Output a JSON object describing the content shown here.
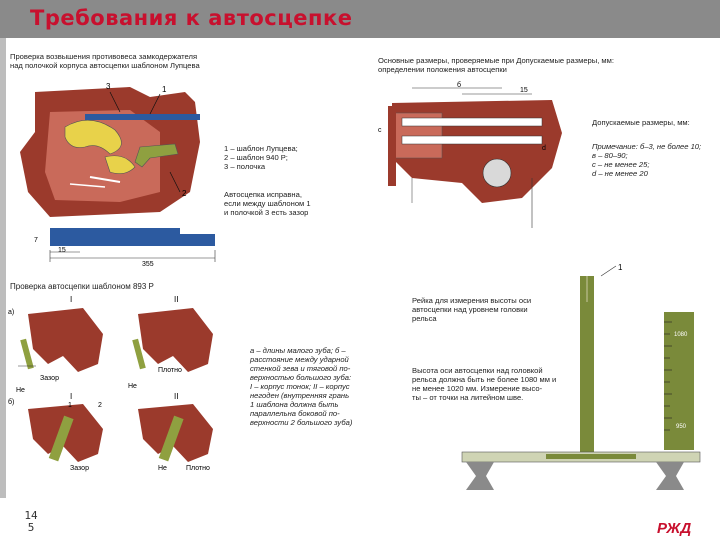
{
  "header": {
    "title": "Требования к автосцепке"
  },
  "page_number_line1": "14",
  "page_number_line2": "5",
  "logo_text": "РЖД",
  "colors": {
    "header_bg": "#8a8a8a",
    "title": "#c8102e",
    "coupler": "#9b3a2c",
    "gauge": "#7a8a3a",
    "blue": "#2c5aa0",
    "yellow": "#e8d24a"
  },
  "panel_tl": {
    "caption_line1": "Проверка возвышения противовеса замкодержателя",
    "caption_line2": "над полочкой корпуса автосцепки шаблоном Лупцева",
    "legend_1": "1 – шаблон Лупцева;",
    "legend_2": "2 – шаблон 940 Р;",
    "legend_3": "3 – полочка",
    "note_1": "Автосцепка исправна,",
    "note_2": "если между шаблоном 1",
    "note_3": "и полочкой 3 есть зазор",
    "label_1": "1",
    "label_2": "2",
    "label_3": "3",
    "dim_15": "15",
    "dim_355": "355",
    "dim_7": "7"
  },
  "panel_tr": {
    "caption_line1": "Основные размеры, проверяемые при  Допускаемые размеры, мм:",
    "caption_line2": "определении положения автосцепки",
    "dims_heading": "Допускаемые размеры, мм:",
    "dim_line1": "Примечание: б–3, не более 10;",
    "dim_line2": "в – 80–90;",
    "dim_line3": "с – не менее 25;",
    "dim_line4": "d – не менее 20",
    "label_15": "15",
    "label_b": "б",
    "label_c": "с",
    "label_d": "d"
  },
  "panel_bl": {
    "caption": "Проверка автосцепки шаблоном 893 Р",
    "label_a": "а)",
    "label_b": "б)",
    "roman_1": "I",
    "roman_2": "II",
    "label_zazor": "Зазор",
    "label_plotno": "Плотно",
    "label_ne": "Не",
    "label_num1": "1",
    "label_num2": "2",
    "desc_1": "а – длины малого зуба; б –",
    "desc_2": "расстояние между ударной",
    "desc_3": "стенкой зева и тяговой по-",
    "desc_4": "верхностью большого зуба:",
    "desc_5": "I – корпус тонок; II – корпус",
    "desc_6": "негоден (внутренняя грань",
    "desc_7": "1 шаблона должна быть",
    "desc_8": "параллельна боковой по-",
    "desc_9": "верхности 2 большого зуба)"
  },
  "panel_br": {
    "title_1": "Рейка для измерения высоты оси",
    "title_2": "автосцепки над уровнем головки",
    "title_3": "рельса",
    "body_1": "Высота оси автосцепки над головкой",
    "body_2": "рельса должна быть не более 1080 мм и",
    "body_3": "не менее 1020 мм. Измерение высо-",
    "body_4": "ты – от точки на литейном шве.",
    "scale_top": "1080",
    "scale_bottom": "950",
    "label_1": "1"
  }
}
